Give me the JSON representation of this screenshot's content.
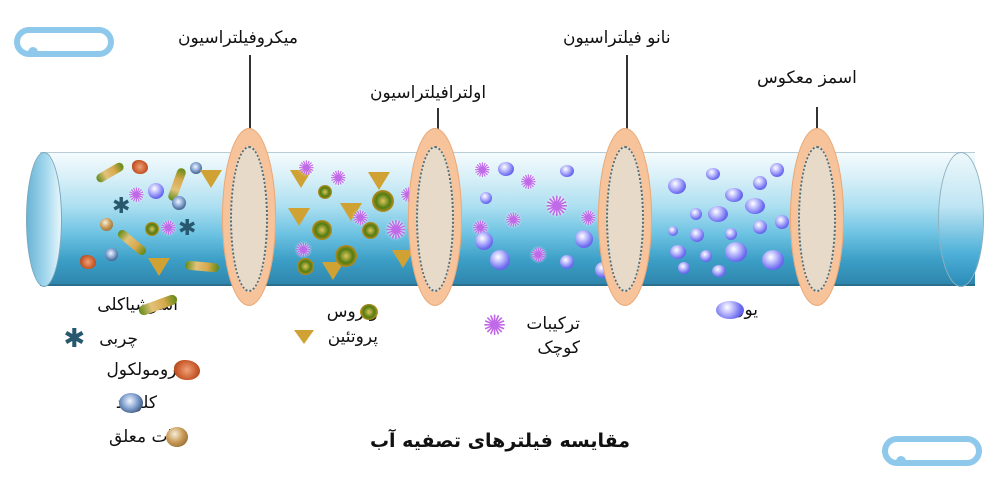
{
  "title": "مقایسه فیلترهای تصفیه آب",
  "colors": {
    "pipe_light": "#d9f0f8",
    "pipe_dark": "#2f86ad",
    "ring": "#f6c39a",
    "ion": "#6f6ef0",
    "small_compound": "#c06ae8",
    "logo": "#8ec9ec"
  },
  "filters": [
    {
      "id": "microfiltration",
      "label": "میکروفیلتراسیون"
    },
    {
      "id": "ultrafiltration",
      "label": "اولترافیلتراسیون"
    },
    {
      "id": "nanofiltration",
      "label": "نانو فیلتراسیون"
    },
    {
      "id": "reverse_osmosis",
      "label": "اسمز معکوس"
    }
  ],
  "legend": {
    "group1": [
      {
        "icon": "ecoli-icon",
        "label": "اشرشیاکلی"
      },
      {
        "icon": "fat-icon",
        "label": "چربی"
      },
      {
        "icon": "macromolecule-icon",
        "label": "ماکرومولکول"
      },
      {
        "icon": "colloid-icon",
        "label": "کلوئید"
      },
      {
        "icon": "suspended-particle-icon",
        "label": "ذرات معلق"
      }
    ],
    "group2": [
      {
        "icon": "virus-icon",
        "label": "ویروس"
      },
      {
        "icon": "protein-icon",
        "label": "پروتئین"
      }
    ],
    "group3": [
      {
        "icon": "small-compound-icon",
        "label_line1": "ترکیبات",
        "label_line2": "کوچک"
      }
    ],
    "group4": [
      {
        "icon": "ion-icon",
        "label": "یون"
      }
    ]
  },
  "logos": [
    "watermark-logo-top-left",
    "watermark-logo-bottom-right"
  ]
}
